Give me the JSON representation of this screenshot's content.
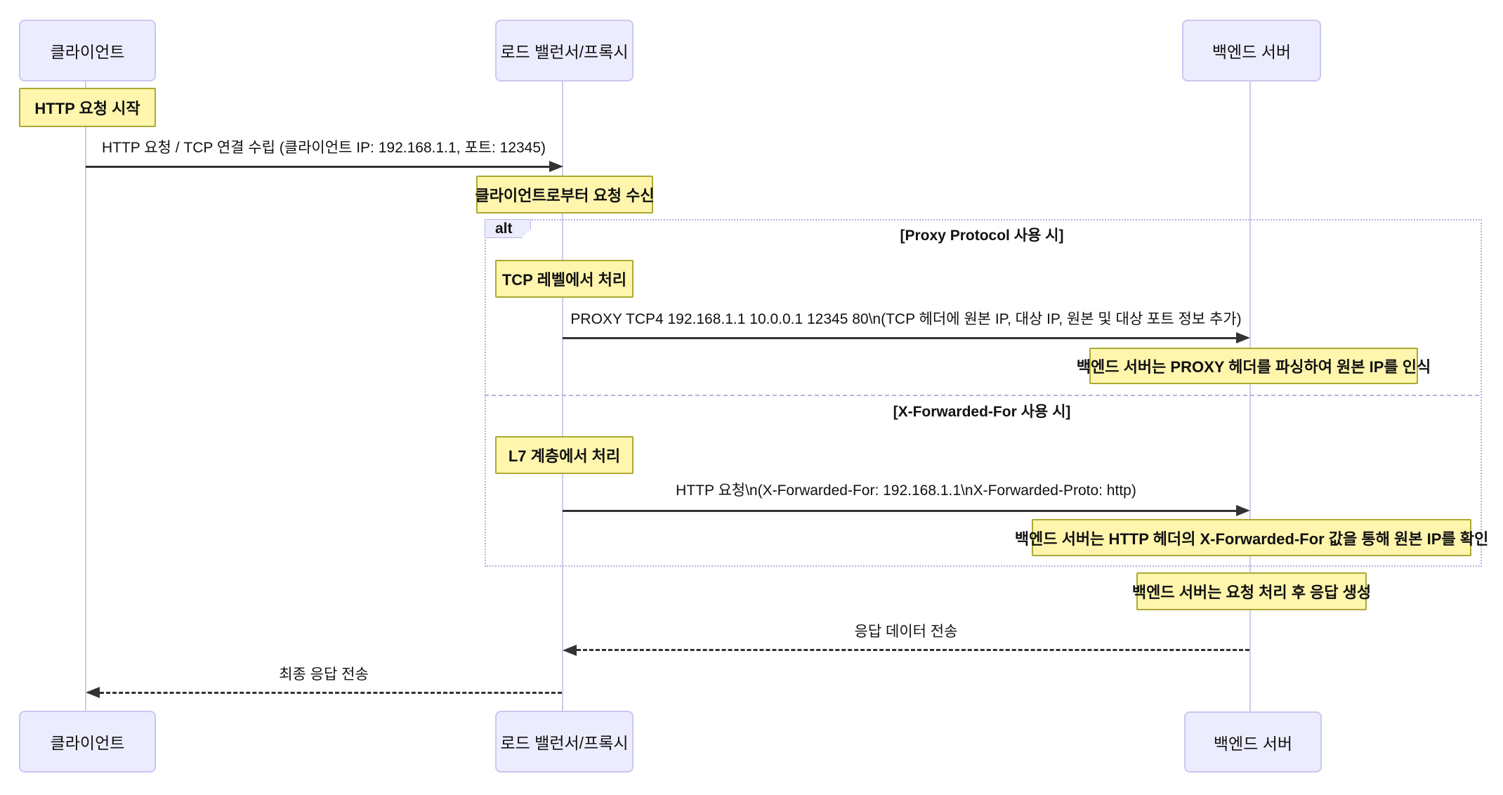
{
  "diagram_type": "sequence",
  "colors": {
    "actor_fill": "#ECECFF",
    "actor_border": "#CCC6F0",
    "note_fill": "#FFF5AD",
    "note_border": "#AAAA33",
    "lifeline": "#CFCBE8",
    "frame_border": "#B8B2E4",
    "arrow": "#333333",
    "text": "#111111",
    "background": "#FFFFFF"
  },
  "actors": [
    {
      "id": "client",
      "label": "클라이언트"
    },
    {
      "id": "load_balancer",
      "label": "로드 밸런서/프록시"
    },
    {
      "id": "backend",
      "label": "백엔드 서버"
    }
  ],
  "notes": [
    {
      "over": "client",
      "text": "HTTP 요청 시작"
    },
    {
      "over": "load_balancer",
      "text": "클라이언트로부터 요청 수신"
    },
    {
      "over": "load_balancer",
      "text": "TCP 레벨에서 처리"
    },
    {
      "over": "backend",
      "text": "백엔드 서버는 PROXY 헤더를 파싱하여 원본 IP를 인식"
    },
    {
      "over": "load_balancer",
      "text": "L7 계층에서 처리"
    },
    {
      "over": "backend",
      "text": "백엔드 서버는 HTTP 헤더의 X-Forwarded-For 값을 통해 원본 IP를 확인"
    },
    {
      "over": "backend",
      "text": "백엔드 서버는 요청 처리 후 응답 생성"
    }
  ],
  "messages": [
    {
      "from": "client",
      "to": "load_balancer",
      "style": "solid",
      "text": "HTTP 요청 / TCP 연결 수립 (클라이언트 IP: 192.168.1.1, 포트: 12345)"
    },
    {
      "from": "load_balancer",
      "to": "backend",
      "style": "solid",
      "text": "PROXY TCP4 192.168.1.1 10.0.0.1 12345 80\\n(TCP 헤더에 원본 IP, 대상 IP, 원본 및 대상 포트 정보 추가)"
    },
    {
      "from": "load_balancer",
      "to": "backend",
      "style": "solid",
      "text": "HTTP 요청\\n(X-Forwarded-For: 192.168.1.1\\nX-Forwarded-Proto: http)"
    },
    {
      "from": "backend",
      "to": "load_balancer",
      "style": "dashed",
      "text": "응답 데이터 전송"
    },
    {
      "from": "load_balancer",
      "to": "client",
      "style": "dashed",
      "text": "최종 응답 전송"
    }
  ],
  "alt_frame": {
    "label": "alt",
    "conditions": [
      "[Proxy Protocol 사용 시]",
      "[X-Forwarded-For 사용 시]"
    ]
  }
}
